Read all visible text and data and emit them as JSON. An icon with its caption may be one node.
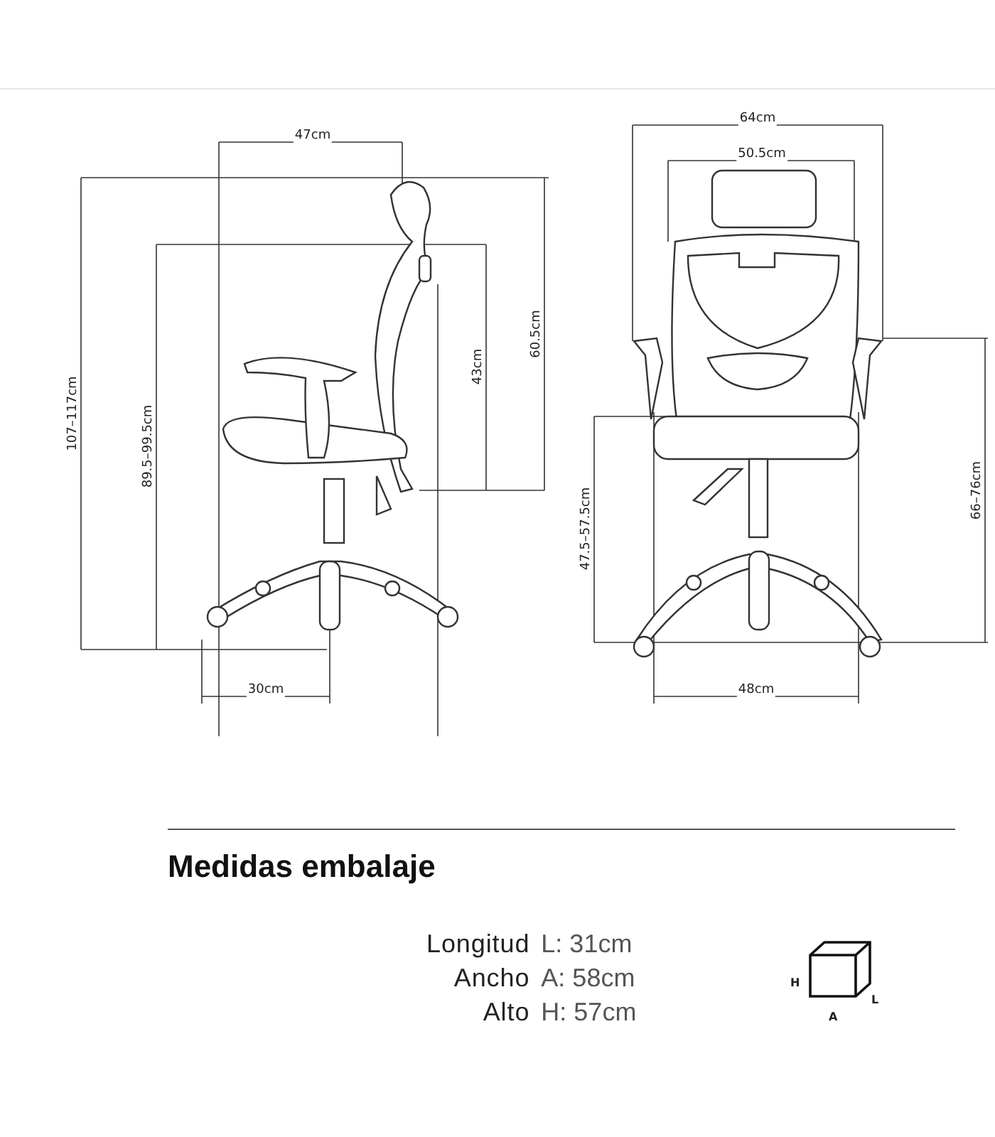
{
  "diagram": {
    "title": "Medidas embalaje",
    "labels": [
      "47cm",
      "64cm",
      "50.5cm",
      "107–117cm",
      "89.5–99.5cm",
      "43cm",
      "60.5cm",
      "47.5–57.5cm",
      "66–76cm",
      "30cm",
      "48cm",
      "Longitud",
      "L: 31cm",
      "Ancho",
      "A: 58cm",
      "Alto",
      "H: 57cm",
      "H",
      "L",
      "A"
    ]
  }
}
